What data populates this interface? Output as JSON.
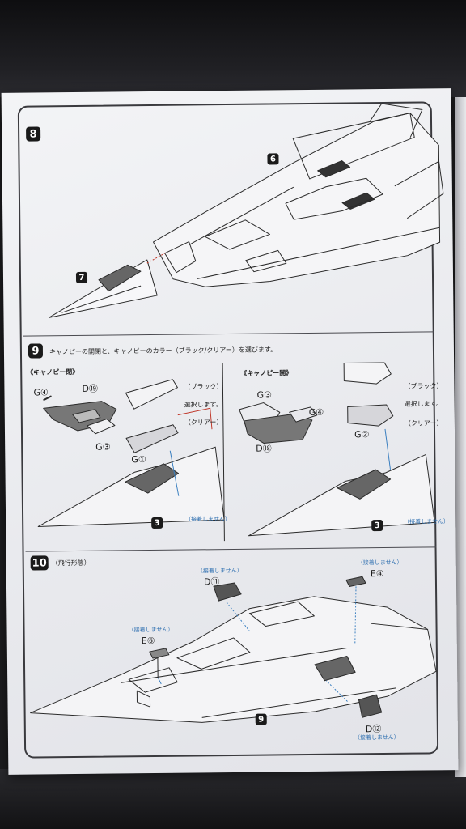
{
  "step8": {
    "number": "8",
    "part_refs": [
      "6",
      "7"
    ]
  },
  "step9": {
    "number": "9",
    "instruction": "キャノピーの開閉と、キャノピーのカラー（ブラック/クリアー）を選びます。",
    "left": {
      "title": "《キャノピー閉》",
      "parts": [
        "G④",
        "D⑲",
        "G③",
        "G①"
      ],
      "option_black": "（ブラック）",
      "choose": "選択します。",
      "option_clear": "（クリアー）",
      "note": "（接着しません）",
      "ref": "3"
    },
    "right": {
      "title": "《キャノピー開》",
      "parts": [
        "G③",
        "G④",
        "D⑱",
        "G②"
      ],
      "option_black": "（ブラック）",
      "choose": "選択します。",
      "option_clear": "（クリアー）",
      "note": "（接着しません）",
      "ref": "3"
    }
  },
  "step10": {
    "number": "10",
    "title": "（飛行形態）",
    "parts": [
      {
        "label": "D⑪",
        "note": "（接着しません）"
      },
      {
        "label": "E④",
        "note": "（接着しません）"
      },
      {
        "label": "E⑥",
        "note": "（接着しません）"
      },
      {
        "label": "D⑫",
        "note": "（接着しません）"
      }
    ],
    "ref": "9"
  },
  "colors": {
    "paper": "#eceef1",
    "ink": "#1a1a1a",
    "leader_red": "#c0392b",
    "leader_blue": "#3a7fc0"
  }
}
